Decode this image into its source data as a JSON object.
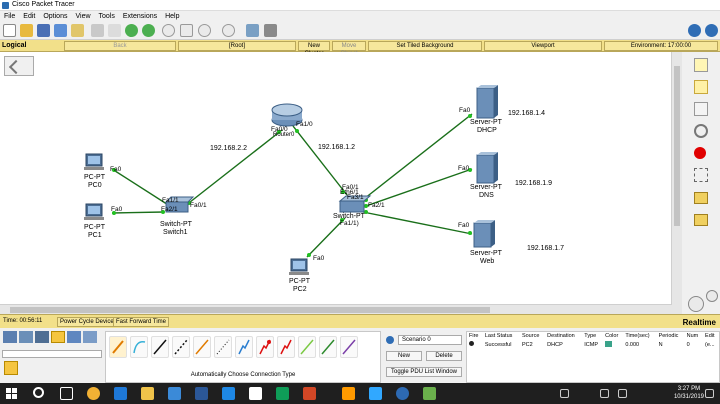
{
  "window": {
    "title": "Cisco Packet Tracer"
  },
  "menu": [
    "File",
    "Edit",
    "Options",
    "View",
    "Tools",
    "Extensions",
    "Help"
  ],
  "logical_bar": {
    "mode": "Logical",
    "back": "Back",
    "root": "[Root]",
    "new_cluster": "New Cluster",
    "move_object": "Move Object",
    "set_tiled_background": "Set Tiled Background",
    "viewport": "Viewport",
    "environment": "Environment: 17:00:00"
  },
  "devices": {
    "router": {
      "model": "",
      "name": "Router0",
      "ports": [
        "Fa0/0",
        "Fa1/0"
      ]
    },
    "switch1": {
      "model": "Switch-PT",
      "name": "Switch1",
      "ports": [
        "Fa1/1",
        "Fa2/1",
        "Fa0/1"
      ]
    },
    "switch0": {
      "model": "Switch-PT",
      "name": "",
      "ports": [
        "Fa0/1",
        "Eth6/1",
        "Fa3/1",
        "Fa2/1",
        "Fa1/1)"
      ]
    },
    "pc0": {
      "model": "PC-PT",
      "name": "PC0",
      "port": "Fa0"
    },
    "pc1": {
      "model": "PC-PT",
      "name": "PC1",
      "port": "Fa0"
    },
    "pc2": {
      "model": "PC-PT",
      "name": "PC2",
      "port": "Fa0"
    },
    "dhcp": {
      "model": "Server-PT",
      "name": "DHCP",
      "port": "Fa0",
      "ip": "192.168.1.4"
    },
    "dns": {
      "model": "Server-PT",
      "name": "DNS",
      "port": "Fa0",
      "ip": "192.168.1.9"
    },
    "web": {
      "model": "Server-PT",
      "name": "Web",
      "port": "Fa0",
      "ip": "192.168.1.7"
    }
  },
  "link_labels": {
    "left": "192.168.2.2",
    "right": "192.168.1.2"
  },
  "status": {
    "time": "Time: 00:56:11",
    "power_cycle": "Power Cycle Devices",
    "fast_forward": "Fast Forward Time",
    "mode": "Realtime"
  },
  "cable_hint": "Automatically Choose Connection Type",
  "scenario": {
    "selected": "Scenario 0",
    "new": "New",
    "delete": "Delete",
    "toggle": "Toggle PDU List Window"
  },
  "pdu": {
    "headers": [
      "Fire",
      "Last Status",
      "Source",
      "Destination",
      "Type",
      "Color",
      "Time(sec)",
      "Periodic",
      "Num",
      "Edit"
    ],
    "rows": [
      {
        "last_status": "Successful",
        "source": "PC2",
        "destination": "DHCP",
        "type": "ICMP",
        "color": "#3aa38a",
        "time": "0.000",
        "periodic": "N",
        "num": "0",
        "edit": "(e..."
      }
    ]
  },
  "taskbar": {
    "time": "3:27 PM",
    "date": "10/31/2019"
  },
  "colors": {
    "logical_bar": "#f2e08a",
    "link": "#1a6f1a",
    "port_up": "#22c022"
  }
}
